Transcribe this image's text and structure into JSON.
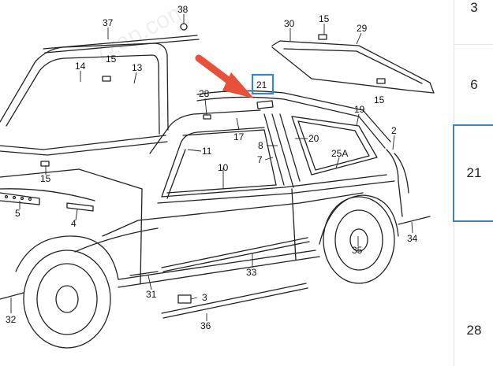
{
  "watermark": "7zap.com",
  "colors": {
    "highlight": "#3d84c6",
    "arrow": "#e8503a",
    "line": "#222222"
  },
  "callouts": {
    "c37": "37",
    "c38": "38",
    "c30": "30",
    "c15a": "15",
    "c29": "29",
    "c14": "14",
    "c15b": "15",
    "c13": "13",
    "c21": "21",
    "c28": "28",
    "c15c": "15",
    "c19": "19",
    "c17": "17",
    "c2": "2",
    "c11": "11",
    "c8": "8",
    "c20": "20",
    "c25a": "25A",
    "c7": "7",
    "c10": "10",
    "c15d": "15",
    "c5": "5",
    "c4": "4",
    "c34": "34",
    "c35": "35",
    "c33": "33",
    "c31": "31",
    "c3": "3",
    "c32": "32",
    "c36": "36"
  },
  "index_list": [
    {
      "label": "3",
      "selected": false
    },
    {
      "label": "6",
      "selected": false
    },
    {
      "label": "21",
      "selected": true
    },
    {
      "label": "28",
      "selected": false
    }
  ]
}
